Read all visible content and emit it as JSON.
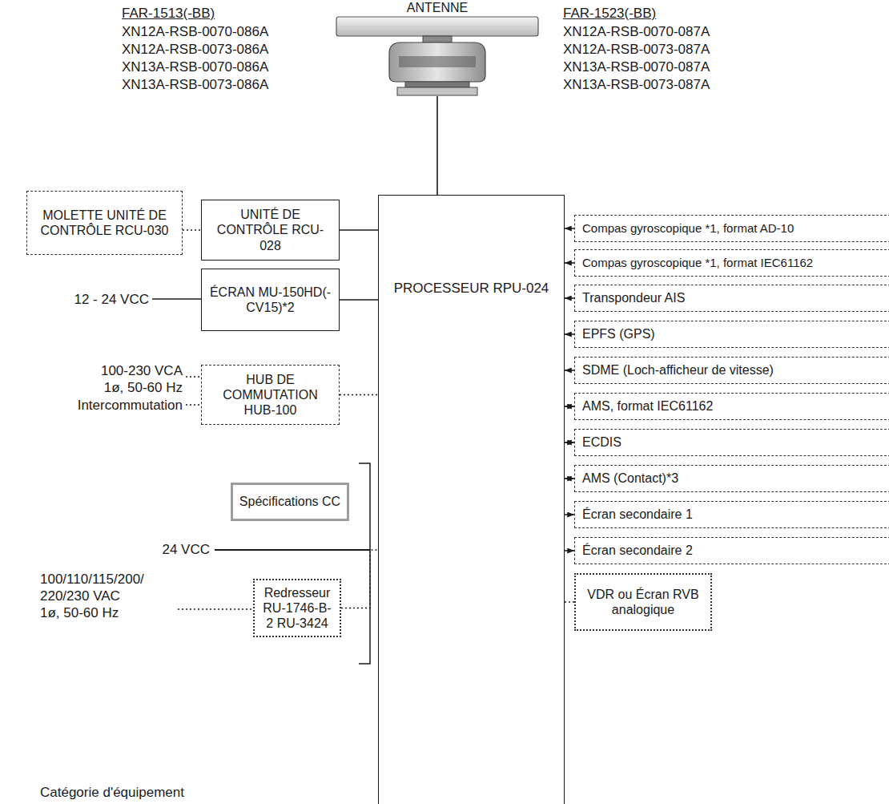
{
  "diagram": {
    "nodes": [
      {
        "text": [
          "ANTENNE"
        ]
      },
      {
        "text": [
          "MOLETTE UNITÉ DE CONTRÔLE RCU-030"
        ]
      },
      {
        "text": [
          "UNITÉ DE CONTRÔLE RCU-028"
        ]
      },
      {
        "text": [
          "ÉCRAN MU-150HD(-CV15)*2"
        ]
      },
      {
        "text": [
          "HUB DE COMMUTATION HUB-100"
        ]
      },
      {
        "text": [
          "Spécifications CC"
        ]
      },
      {
        "text": [
          "Redresseur RU-1746-B-2 RU-3424"
        ]
      },
      {
        "text": [
          "PROCESSEUR RPU-024"
        ]
      },
      {
        "text": [
          "Compas gyroscopique *1, format AD-10"
        ]
      },
      {
        "text": [
          "Compas gyroscopique *1, format IEC61162"
        ]
      },
      {
        "text": [
          "Transpondeur AIS"
        ]
      },
      {
        "text": [
          "EPFS (GPS)"
        ]
      },
      {
        "text": [
          "SDME (Loch-afficheur de vitesse)"
        ]
      },
      {
        "text": [
          "AMS, format IEC61162"
        ]
      },
      {
        "text": [
          "ECDIS"
        ]
      },
      {
        "text": [
          "AMS (Contact)*3"
        ]
      },
      {
        "text": [
          "Écran secondaire 1"
        ]
      },
      {
        "text": [
          "Écran secondaire 2"
        ]
      },
      {
        "text": [
          "VDR ou Écran RVB analogique"
        ]
      }
    ],
    "edges": [
      {
        "from": 0,
        "to": 7,
        "arrow": "none"
      },
      {
        "from": 1,
        "to": 2,
        "arrow": "none"
      },
      {
        "from": 2,
        "to": 7,
        "arrow": "none"
      },
      {
        "from": 3,
        "to": 7,
        "arrow": "none"
      },
      {
        "from": 4,
        "to": 7,
        "arrow": "none"
      },
      {
        "from": 6,
        "to": 7,
        "arrow": "none"
      },
      {
        "from": 8,
        "to": 7,
        "arrow": "to"
      },
      {
        "from": 9,
        "to": 7,
        "arrow": "to"
      },
      {
        "from": 10,
        "to": 7,
        "arrow": "to"
      },
      {
        "from": 11,
        "to": 7,
        "arrow": "to"
      },
      {
        "from": 12,
        "to": 7,
        "arrow": "to"
      },
      {
        "from": 13,
        "to": 7,
        "arrow": "both"
      },
      {
        "from": 14,
        "to": 7,
        "arrow": "both"
      },
      {
        "from": 15,
        "to": 7,
        "arrow": "both"
      },
      {
        "from": 7,
        "to": 16,
        "arrow": "to"
      },
      {
        "from": 7,
        "to": 17,
        "arrow": "to"
      },
      {
        "from": 7,
        "to": 18,
        "arrow": "none"
      }
    ],
    "labels": [
      "FAR-1513(-BB)",
      "XN12A-RSB-0070-086A",
      "XN12A-RSB-0073-086A",
      "XN13A-RSB-0070-086A",
      "XN13A-RSB-0073-086A",
      "FAR-1523(-BB)",
      "XN12A-RSB-0070-087A",
      "XN12A-RSB-0073-087A",
      "XN13A-RSB-0070-087A",
      "XN13A-RSB-0073-087A",
      "12 - 24 VCC",
      "100-230 VCA",
      "1ø, 50-60 Hz",
      "Intercommutation",
      "24 VCC",
      "100/110/115/200/ 220/230 VAC",
      "1ø, 50-60 Hz",
      "Catégorie d'équipement"
    ]
  }
}
